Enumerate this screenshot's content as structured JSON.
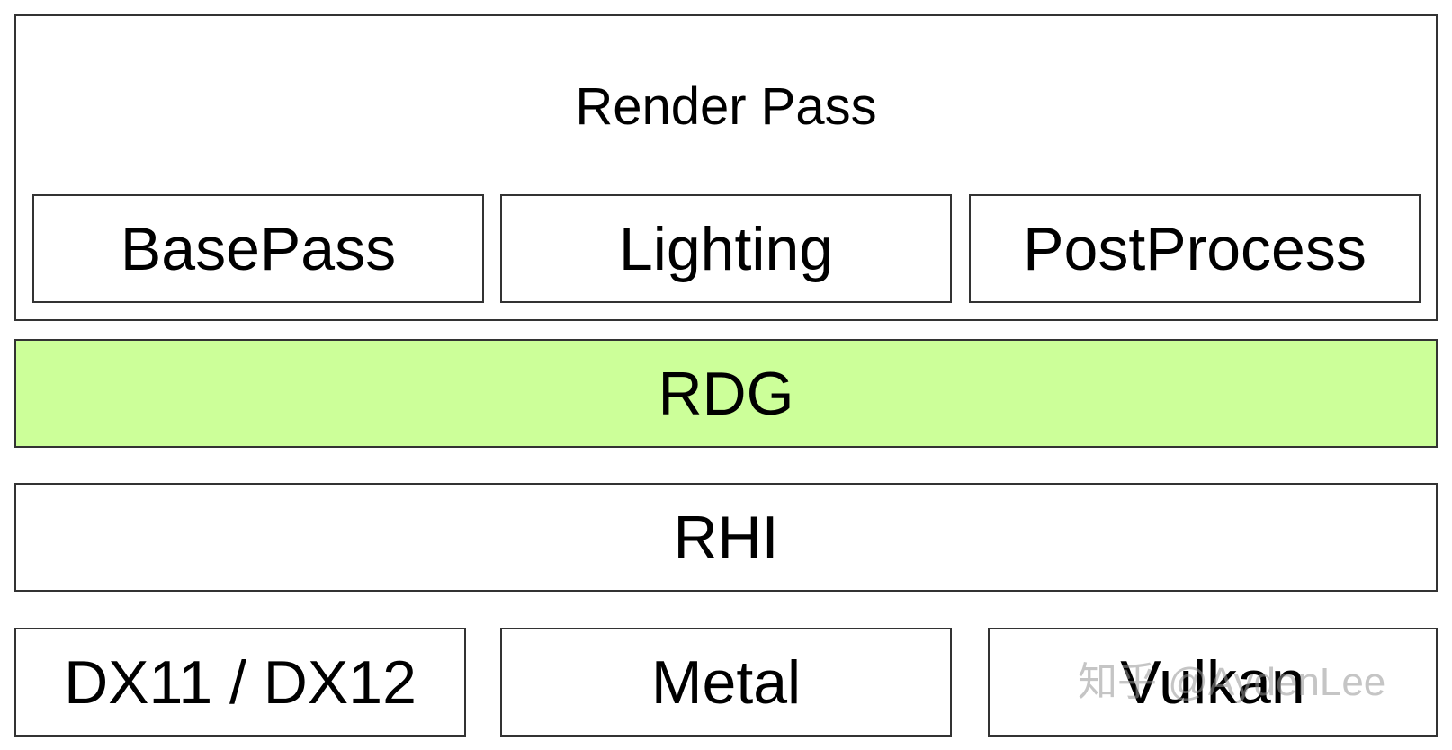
{
  "colors": {
    "background": "#ffffff",
    "border": "#333333",
    "rdg_fill": "#ccff99",
    "text": "#000000",
    "watermark": "#969696"
  },
  "render_pass": {
    "title": "Render Pass",
    "passes": [
      {
        "label": "BasePass"
      },
      {
        "label": "Lighting"
      },
      {
        "label": "PostProcess"
      }
    ]
  },
  "rdg": {
    "label": "RDG"
  },
  "rhi": {
    "label": "RHI"
  },
  "platforms": [
    {
      "label": "DX11 / DX12"
    },
    {
      "label": "Metal"
    },
    {
      "label": "Vulkan"
    }
  ],
  "watermark": {
    "text": "知乎 @AydenLee"
  }
}
